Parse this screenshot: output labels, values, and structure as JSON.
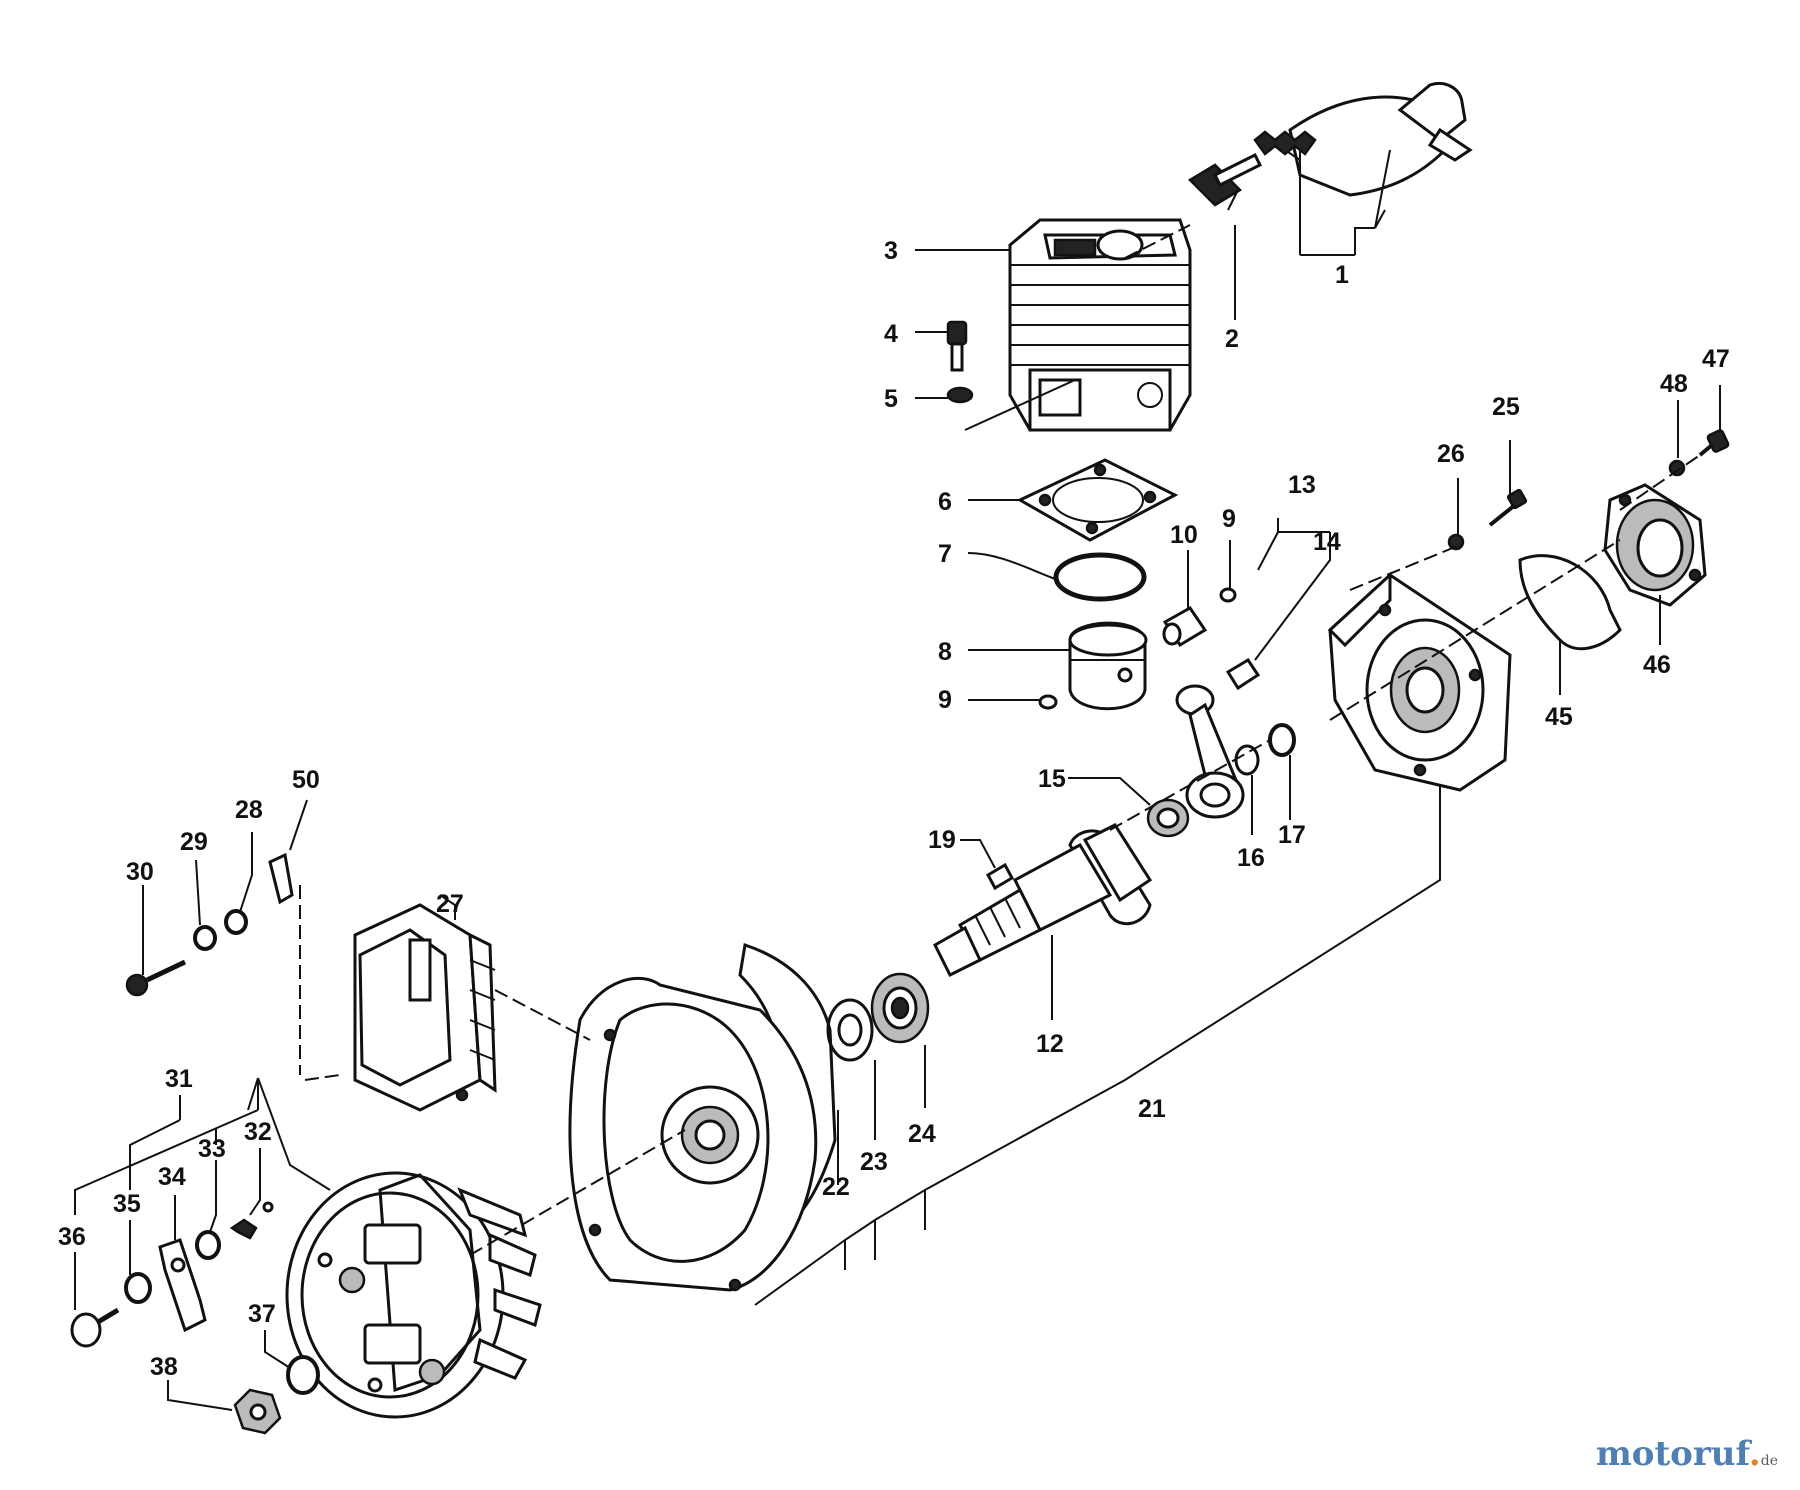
{
  "diagram": {
    "callouts": {
      "c1": "1",
      "c2": "2",
      "c3": "3",
      "c4": "4",
      "c5": "5",
      "c6": "6",
      "c7": "7",
      "c8": "8",
      "c9a": "9",
      "c9b": "9",
      "c10": "10",
      "c12": "12",
      "c13": "13",
      "c14": "14",
      "c15": "15",
      "c16": "16",
      "c17": "17",
      "c19": "19",
      "c21": "21",
      "c22": "22",
      "c23": "23",
      "c24": "24",
      "c25": "25",
      "c26": "26",
      "c27": "27",
      "c28": "28",
      "c29": "29",
      "c30": "30",
      "c31": "31",
      "c32": "32",
      "c33": "33",
      "c34": "34",
      "c35": "35",
      "c36": "36",
      "c37": "37",
      "c38": "38",
      "c45": "45",
      "c46": "46",
      "c47": "47",
      "c48": "48",
      "c50": "50"
    }
  },
  "watermark": {
    "part1": "motoruf",
    "part2": ".",
    "part3": "de"
  }
}
